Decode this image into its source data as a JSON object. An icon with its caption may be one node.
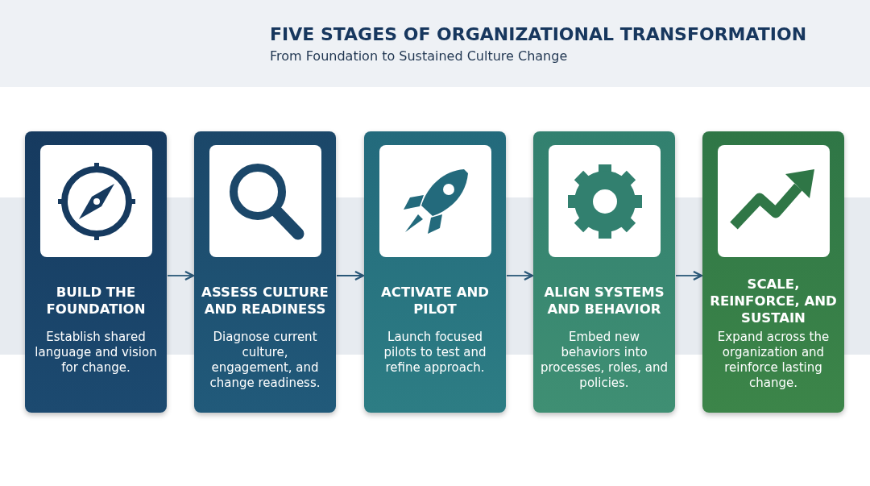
{
  "diagram": {
    "title": "FIVE STAGES OF ORGANIZATIONAL TRANSFORMATION",
    "caption": "From Foundation to Sustained Culture Change",
    "nodes": [
      {
        "text": [
          "BUILD THE FOUNDATION",
          "Establish shared language and vision for change."
        ]
      },
      {
        "text": [
          "ASSESS CULTURE AND READINESS",
          "Diagnose current culture, engagement, and change readiness."
        ]
      },
      {
        "text": [
          "ACTIVATE AND PILOT",
          "Launch focused pilots to test and refine approach."
        ]
      },
      {
        "text": [
          "ALIGN SYSTEMS AND BEHAVIOR",
          "Embed new behaviors into processes, roles, and policies."
        ]
      },
      {
        "text": [
          "SCALE, REINFORCE, AND SUSTAIN",
          "Expand across the organization and reinforce lasting change."
        ]
      }
    ],
    "edges": [
      {
        "from": 0,
        "to": 1,
        "arrow": "to"
      },
      {
        "from": 1,
        "to": 2,
        "arrow": "to"
      },
      {
        "from": 2,
        "to": 3,
        "arrow": "to"
      },
      {
        "from": 3,
        "to": 4,
        "arrow": "to"
      }
    ]
  }
}
